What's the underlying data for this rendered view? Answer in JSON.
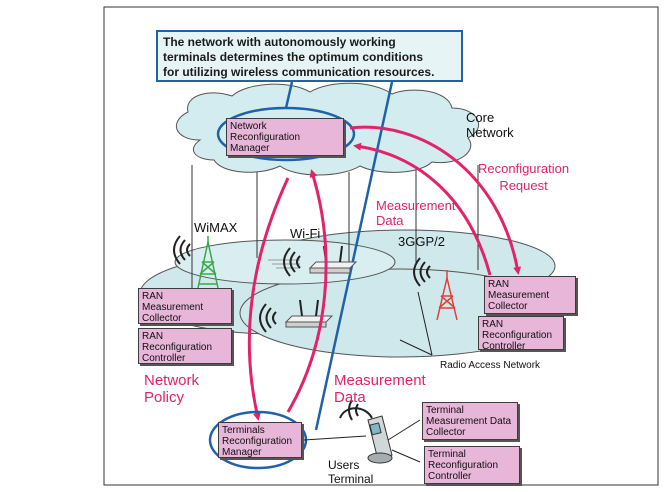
{
  "callout": {
    "line1": "The network with autonomously working",
    "line2": "terminals determines the optimum conditions",
    "line3": "for utilizing wireless communication resources."
  },
  "core_network": {
    "line1": "Core",
    "line2": "Network"
  },
  "network_reconfiguration_manager": {
    "line1": "Network",
    "line2": "Reconfiguration",
    "line3": "Manager"
  },
  "reconfiguration_request": {
    "line1": "Reconfiguration",
    "line2": "Request"
  },
  "measurement_data_top": {
    "line1": "Measurement",
    "line2": "Data"
  },
  "wimax": "WiMAX",
  "wifi": "Wi-Fi",
  "threegpp": "3GGP/2",
  "ran_left_collector": {
    "line1": "RAN",
    "line2": "Measurement",
    "line3": "Collector"
  },
  "ran_left_controller": {
    "line1": "RAN",
    "line2": "Reconfiguration",
    "line3": "Controller"
  },
  "ran_right_collector": {
    "line1": "RAN",
    "line2": "Measurement",
    "line3": "Collector"
  },
  "ran_right_controller": {
    "line1": "RAN",
    "line2": "Reconfiguration",
    "line3": "Controller"
  },
  "radio_access_network": "Radio Access Network",
  "network_policy": {
    "line1": "Network",
    "line2": "Policy"
  },
  "measurement_data_bottom": {
    "line1": "Measurement",
    "line2": "Data"
  },
  "terminals_reconfiguration_manager": {
    "line1": "Terminals",
    "line2": "Reconfiguration",
    "line3": "Manager"
  },
  "terminal_measurement_data_collector": {
    "line1": "Terminal",
    "line2": "Measurement Data",
    "line3": "Collector"
  },
  "terminal_reconfiguration_controller": {
    "line1": "Terminal",
    "line2": "Reconfiguration",
    "line3": "Controller"
  },
  "users_terminal": {
    "line1": "Users",
    "line2": "Terminal"
  },
  "colors": {
    "accent_pink": "#e1236b",
    "box_fill": "#e7b6d9",
    "outline_blue": "#1f62a8",
    "cloud_fill": "#d3ecef",
    "tower_red": "#e0403a",
    "tower_green": "#3aa84a"
  }
}
